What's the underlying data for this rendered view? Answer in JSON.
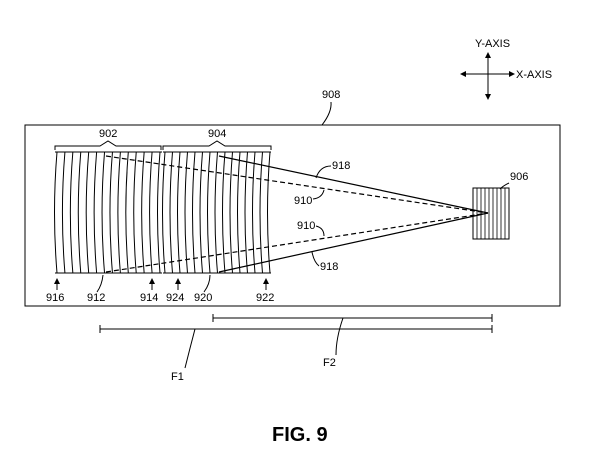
{
  "figure": {
    "caption": "FIG. 9",
    "axes": {
      "y_label": "Y-AXIS",
      "x_label": "X-AXIS"
    },
    "labels": {
      "housing": "908",
      "group_left": "902",
      "group_right": "904",
      "source": "906",
      "ray_upper": "918",
      "ray_lower": "918",
      "dash_upper": "910",
      "dash_lower": "910",
      "left_edge": "916",
      "left_curve": "912",
      "left_right_edge": "914",
      "right_left_edge": "924",
      "right_curve": "920",
      "right_edge": "922",
      "focal_1": "F1",
      "focal_2": "F2"
    },
    "colors": {
      "stroke": "#000000",
      "background": "#ffffff"
    }
  }
}
